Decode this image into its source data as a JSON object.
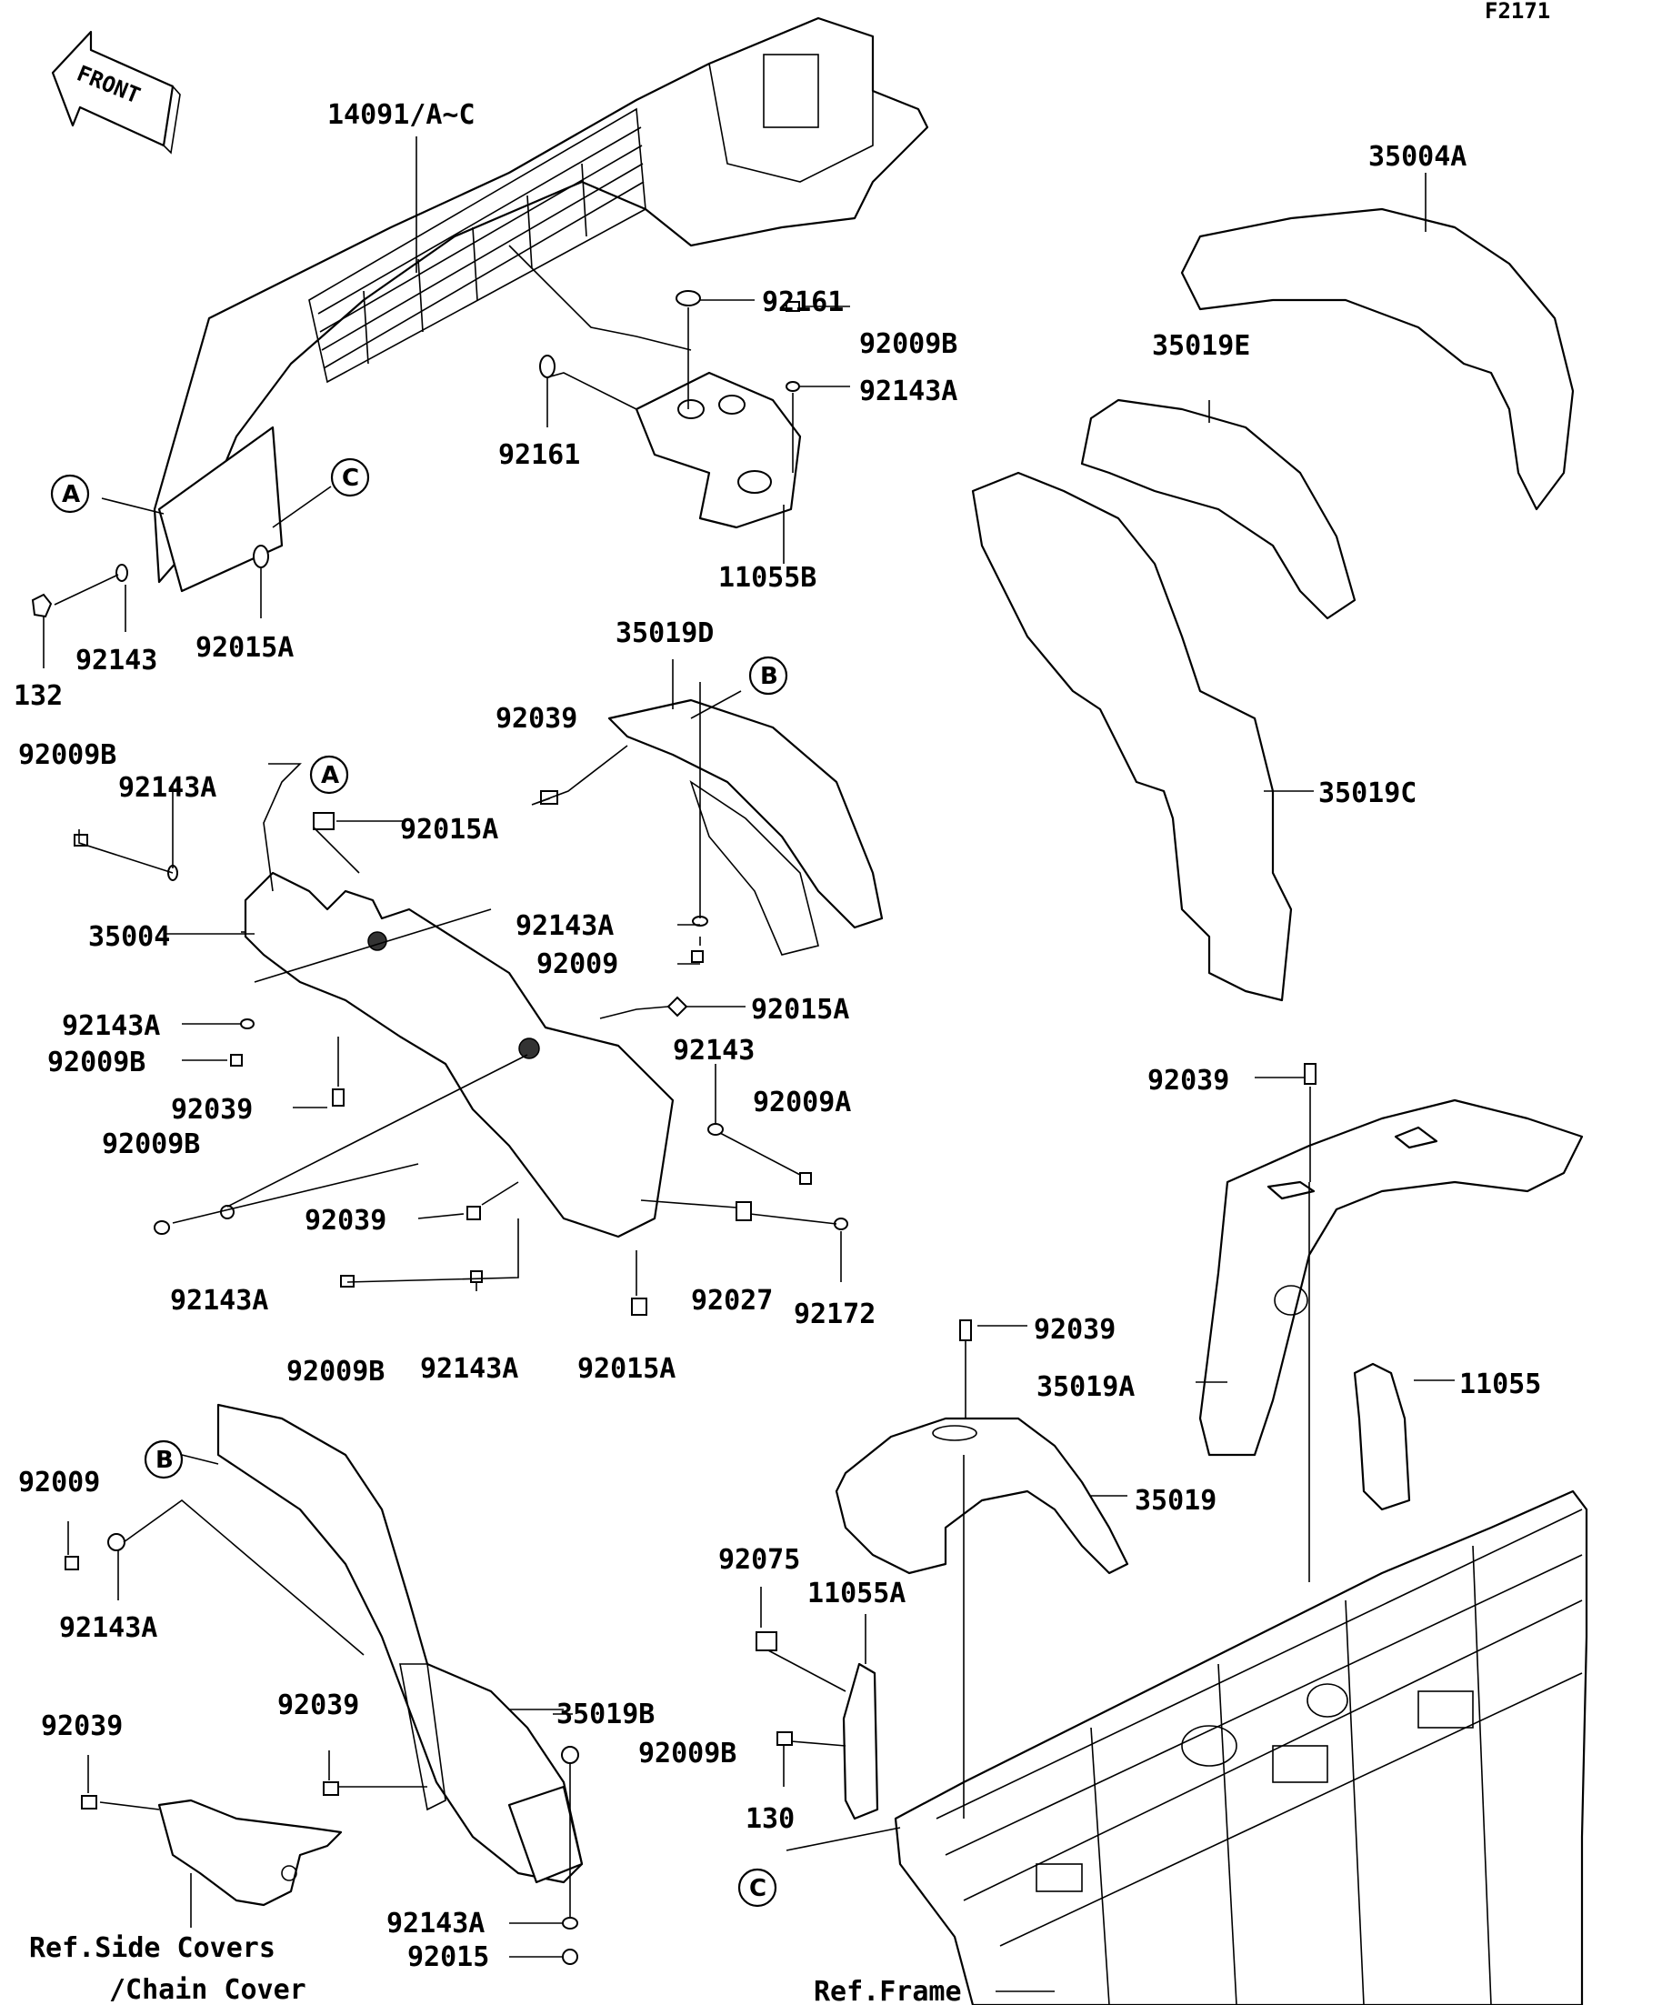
{
  "figure_code": "F2171",
  "front_marker": "FRONT",
  "ref_labels": {
    "side_covers_line1": "Ref.Side Covers",
    "side_covers_line2": "/Chain Cover",
    "frame": "Ref.Frame"
  },
  "callouts": {
    "a": "A",
    "b": "B",
    "c": "C"
  },
  "part_numbers": {
    "p14091": "14091/A~C",
    "p35004A": "35004A",
    "p92161_top": "92161",
    "p92009B_top": "92009B",
    "p92143A_top": "92143A",
    "p92161_left": "92161",
    "p11055B": "11055B",
    "p35019E": "35019E",
    "p92143_top": "92143",
    "p92015A_top": "92015A",
    "p132": "132",
    "p35019D": "35019D",
    "p92039_a": "92039",
    "p92009B_a": "92009B",
    "p92143A_a": "92143A",
    "p92015A_a": "92015A",
    "p35019C": "35019C",
    "p35004": "35004",
    "p92143A_b": "92143A",
    "p92009_a": "92009",
    "p92015A_b": "92015A",
    "p92143A_c": "92143A",
    "p92009B_b": "92009B",
    "p92143_b": "92143",
    "p92039_b": "92039",
    "p92009A": "92009A",
    "p92009B_c": "92009B",
    "p92039_c": "92039",
    "p92143A_d": "92143A",
    "p92027": "92027",
    "p92172": "92172",
    "p92009B_d": "92009B",
    "p92143A_e": "92143A",
    "p92015A_c": "92015A",
    "p92039_d": "92039",
    "p92039_e": "92039",
    "p35019A": "35019A",
    "p11055": "11055",
    "p35019": "35019",
    "p92009_b": "92009",
    "p92143A_f": "92143A",
    "p92075": "92075",
    "p11055A": "11055A",
    "p92039_f": "92039",
    "p92039_g": "92039",
    "p35019B": "35019B",
    "p92009B_e": "92009B",
    "p130": "130",
    "p92143A_g": "92143A",
    "p92015": "92015"
  }
}
